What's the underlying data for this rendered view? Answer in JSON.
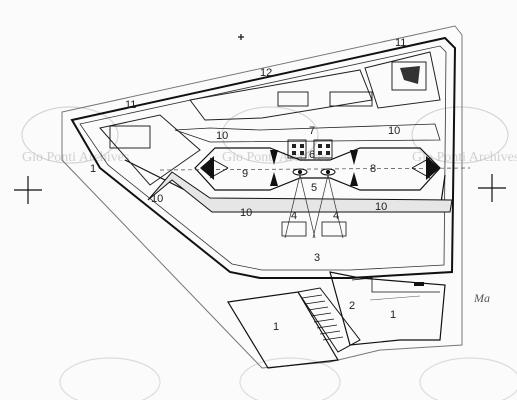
{
  "drawing": {
    "room_labels": [
      {
        "id": "r1-left",
        "text": "1"
      },
      {
        "id": "r1-bottom-left",
        "text": "1"
      },
      {
        "id": "r1-bottom-right",
        "text": "1"
      },
      {
        "id": "r2",
        "text": "2"
      },
      {
        "id": "r3",
        "text": "3"
      },
      {
        "id": "r4-left",
        "text": "4"
      },
      {
        "id": "r4-right",
        "text": "4"
      },
      {
        "id": "r5",
        "text": "5"
      },
      {
        "id": "r6",
        "text": "6"
      },
      {
        "id": "r7",
        "text": "7"
      },
      {
        "id": "r8",
        "text": "8"
      },
      {
        "id": "r9",
        "text": "9"
      },
      {
        "id": "r10-a",
        "text": "10"
      },
      {
        "id": "r10-b",
        "text": "10"
      },
      {
        "id": "r10-c",
        "text": "10"
      },
      {
        "id": "r10-d",
        "text": "10"
      },
      {
        "id": "r10-e",
        "text": "10"
      },
      {
        "id": "r11-left",
        "text": "11"
      },
      {
        "id": "r11-right",
        "text": "11"
      },
      {
        "id": "r12",
        "text": "12"
      }
    ],
    "watermark": "Gio Ponti Archives",
    "signature": "Ma"
  }
}
